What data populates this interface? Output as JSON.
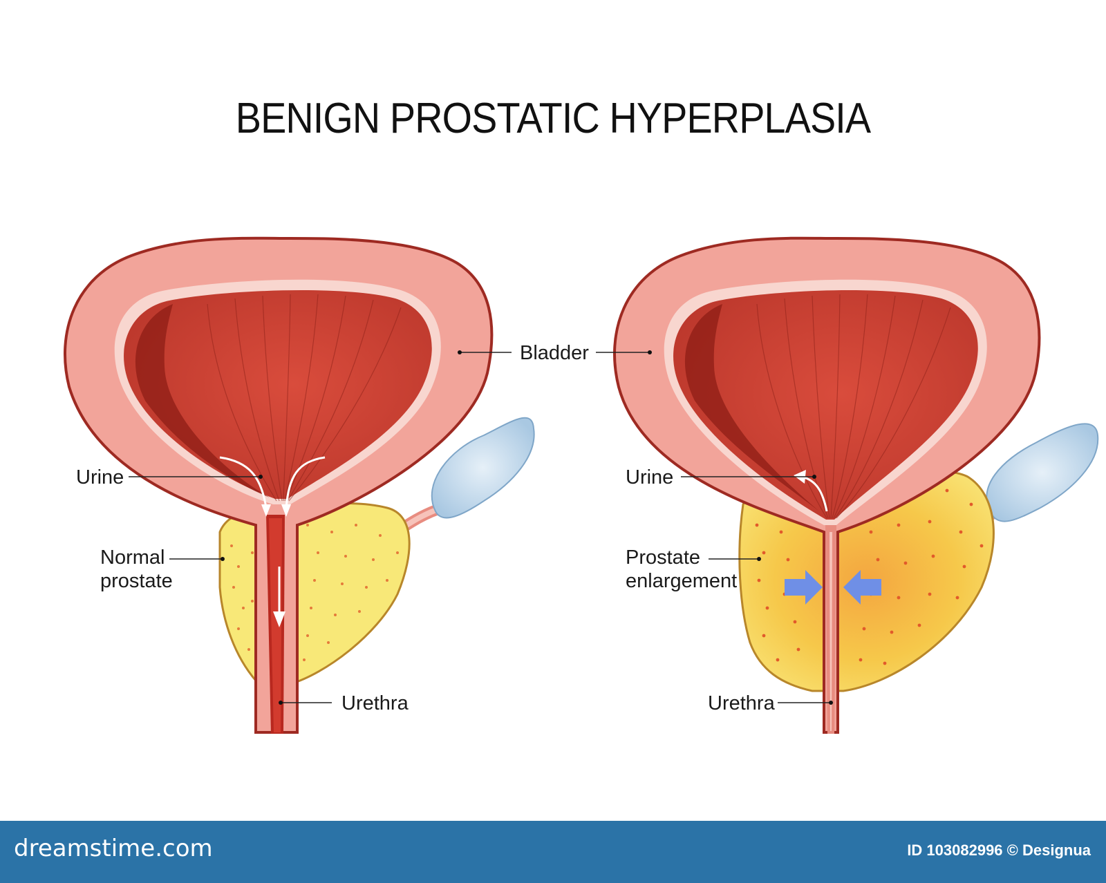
{
  "title": "BENIGN PROSTATIC HYPERPLASIA",
  "labels": {
    "bladder": "Bladder",
    "urine_left": "Urine",
    "normal_prostate_line1": "Normal",
    "normal_prostate_line2": "prostate",
    "urethra_left": "Urethra",
    "urine_right": "Urine",
    "enlargement_line1": "Prostate",
    "enlargement_line2": "enlargement",
    "urethra_right": "Urethra"
  },
  "footer": {
    "brand": "dreamstime.com",
    "credit": "ID 103082996 © Designua"
  },
  "colors": {
    "bladder_wall": "#f2a49a",
    "bladder_outline": "#9e2a22",
    "bladder_inner": "#c4392e",
    "normal_prostate": "#f8e878",
    "enlarged_prostate": "#f6c84a",
    "seminal_vesicle": "#b8d4ea",
    "compression_arrow": "#6f8fe6",
    "footer_bar": "#2b73a7"
  }
}
